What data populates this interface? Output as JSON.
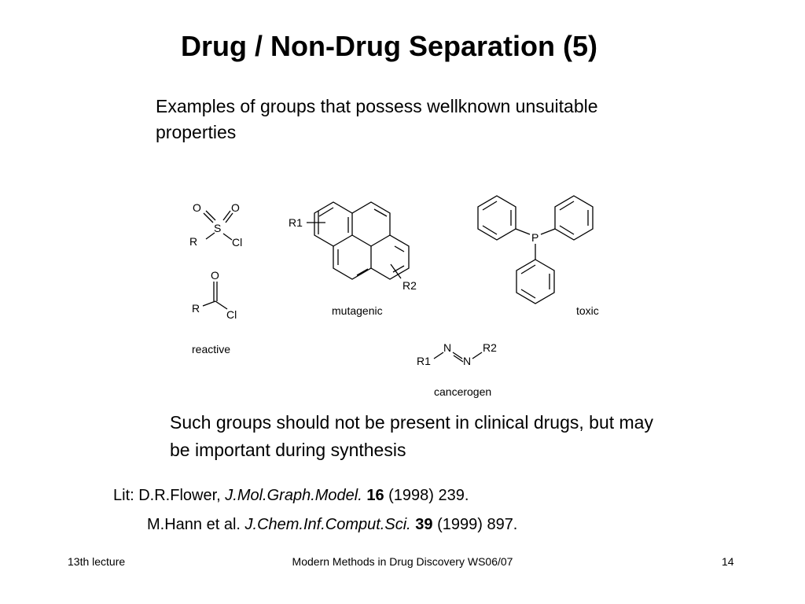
{
  "slide": {
    "title": "Drug / Non-Drug Separation (5)",
    "intro": "Examples of groups that possess wellknown unsuitable properties",
    "summary": "Such groups should not be present in clinical drugs, but may be important during synthesis"
  },
  "diagram": {
    "sulfonyl": {
      "o1": "O",
      "o2": "O",
      "s": "S",
      "r": "R",
      "cl": "Cl"
    },
    "acyl": {
      "o": "O",
      "r": "R",
      "cl": "Cl"
    },
    "pyrene": {
      "r1": "R1",
      "r2": "R2"
    },
    "phosphine": {
      "p": "P"
    },
    "azo": {
      "r1": "R1",
      "n1": "N",
      "n2": "N",
      "r2": "R2"
    },
    "captions": {
      "reactive": "reactive",
      "mutagenic": "mutagenic",
      "toxic": "toxic",
      "cancerogen": "cancerogen"
    }
  },
  "literature": {
    "lit1": {
      "prefix": "Lit: D.R.Flower, ",
      "journal": "J.Mol.Graph.Model.",
      "volume": "16",
      "rest": " (1998) 239."
    },
    "lit2": {
      "prefix": "M.Hann et al. ",
      "journal": "J.Chem.Inf.Comput.Sci.",
      "volume": "39",
      "rest": " (1999) 897."
    }
  },
  "footer": {
    "left": "13th lecture",
    "center": "Modern Methods in Drug Discovery WS06/07",
    "page": "14"
  }
}
